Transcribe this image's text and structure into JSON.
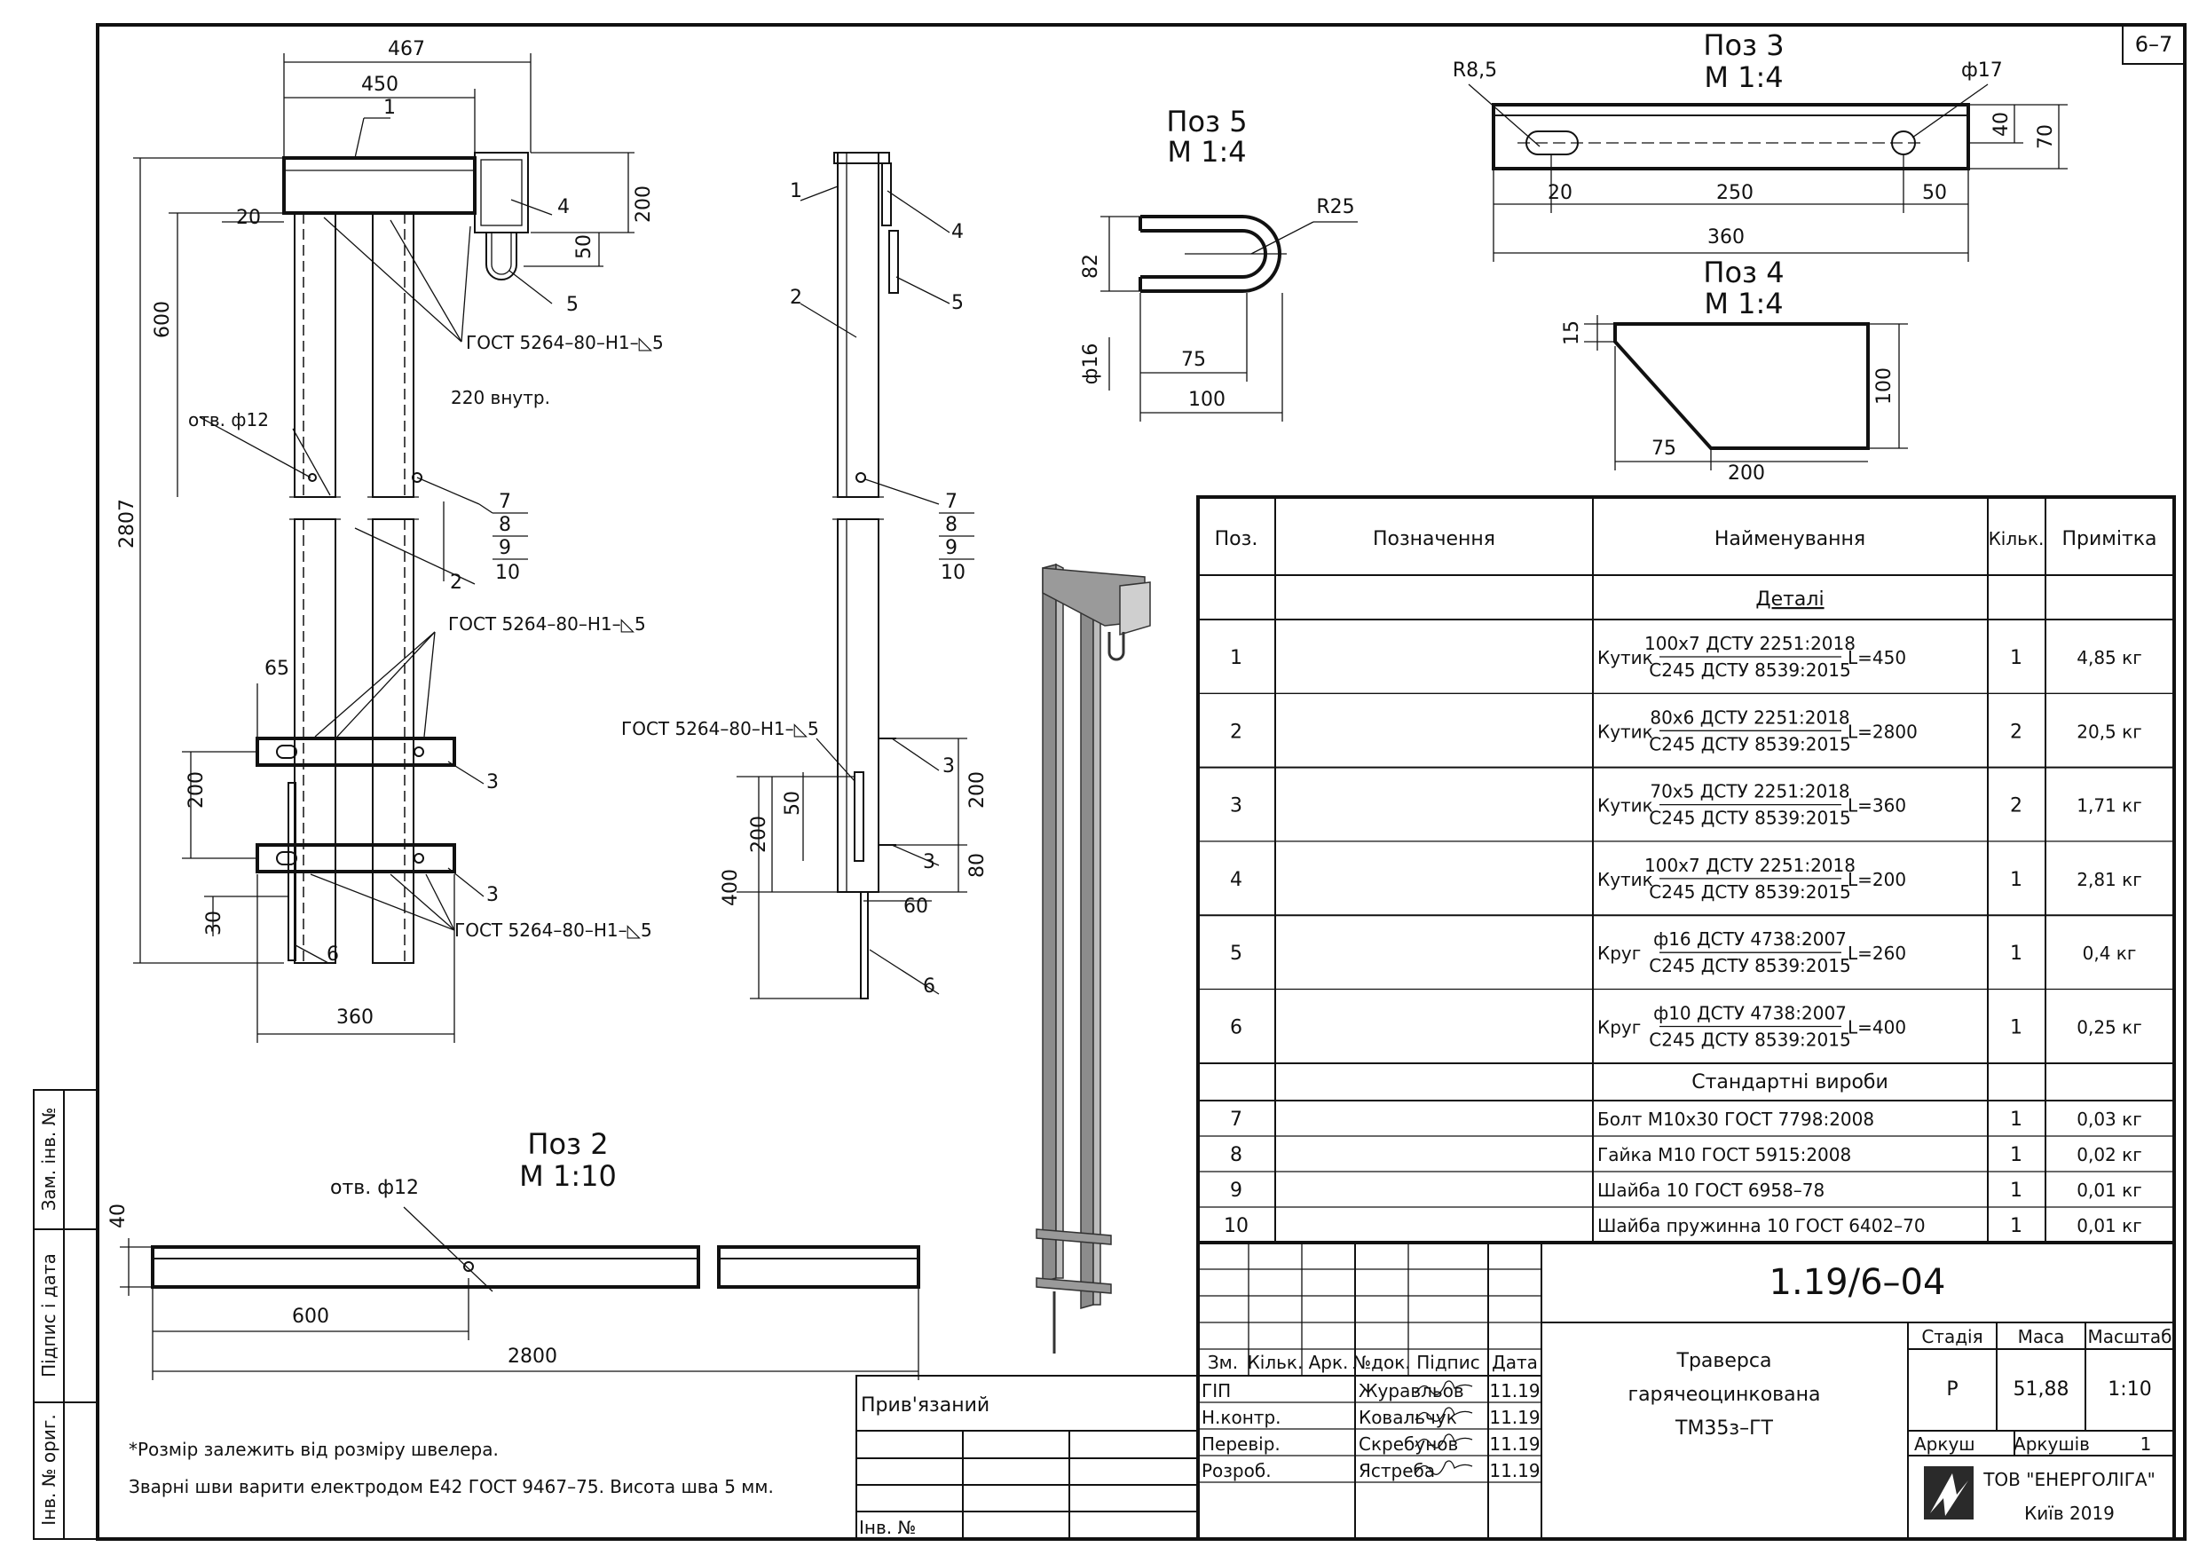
{
  "sheet": {
    "number": "6–7",
    "drawing_code": "1.19/6–04",
    "title_lines": [
      "Траверса",
      "гарячеоцинкована",
      "ТМ35з–ГТ"
    ],
    "stage_label": "Стадія",
    "stage": "Р",
    "mass_label": "Маса",
    "mass": "51,88",
    "scale_label": "Масштаб",
    "scale": "1:10",
    "sheet_label": "Аркуш",
    "sheets_label": "Аркушів",
    "sheets": "1",
    "company": "ТОВ \"ЕНЕРГОЛІГА\"",
    "city_year": "Київ 2019"
  },
  "side_stamps": [
    "Зам. інв. №",
    "Підпис і дата",
    "Інв. № ориг."
  ],
  "linked_box": {
    "label": "Прив'язаний",
    "inv_label": "Інв. №"
  },
  "signatures": {
    "headers": [
      "Зм.",
      "Кільк.",
      "Арк.",
      "№док.",
      "Підпис",
      "Дата"
    ],
    "rows": [
      {
        "role": "ГІП",
        "name": "Журавльов",
        "date": "11.19"
      },
      {
        "role": "Н.контр.",
        "name": "Ковальчук",
        "date": "11.19"
      },
      {
        "role": "Перевір.",
        "name": "Скребунов",
        "date": "11.19"
      },
      {
        "role": "Розроб.",
        "name": "Ястреба",
        "date": "11.19"
      }
    ]
  },
  "spec": {
    "headers": [
      "Поз.",
      "Позначення",
      "Найменування",
      "Кільк.",
      "Примітка"
    ],
    "section_details": "Деталі",
    "section_standard": "Стандартні вироби",
    "details": [
      {
        "pos": "1",
        "kind": "Кутик",
        "top": "100х7 ДСТУ 2251:2018",
        "bottom": "С245 ДСТУ 8539:2015",
        "len": "L=450",
        "qty": "1",
        "note": "4,85 кг"
      },
      {
        "pos": "2",
        "kind": "Кутик",
        "top": "80х6 ДСТУ 2251:2018",
        "bottom": "С245 ДСТУ 8539:2015",
        "len": "L=2800",
        "qty": "2",
        "note": "20,5 кг"
      },
      {
        "pos": "3",
        "kind": "Кутик",
        "top": "70х5 ДСТУ 2251:2018",
        "bottom": "С245 ДСТУ 8539:2015",
        "len": "L=360",
        "qty": "2",
        "note": "1,71 кг"
      },
      {
        "pos": "4",
        "kind": "Кутик",
        "top": "100х7 ДСТУ 2251:2018",
        "bottom": "С245 ДСТУ 8539:2015",
        "len": "L=200",
        "qty": "1",
        "note": "2,81 кг"
      },
      {
        "pos": "5",
        "kind": "Круг",
        "top": "ф16 ДСТУ 4738:2007",
        "bottom": "С245 ДСТУ 8539:2015",
        "len": "L=260",
        "qty": "1",
        "note": "0,4 кг"
      },
      {
        "pos": "6",
        "kind": "Круг",
        "top": "ф10 ДСТУ 4738:2007",
        "bottom": "С245 ДСТУ 8539:2015",
        "len": "L=400",
        "qty": "1",
        "note": "0,25 кг"
      }
    ],
    "standard": [
      {
        "pos": "7",
        "name": "Болт М10х30 ГОСТ 7798:2008",
        "qty": "1",
        "note": "0,03 кг"
      },
      {
        "pos": "8",
        "name": "Гайка М10 ГОСТ 5915:2008",
        "qty": "1",
        "note": "0,02 кг"
      },
      {
        "pos": "9",
        "name": "Шайба 10 ГОСТ 6958–78",
        "qty": "1",
        "note": "0,01 кг"
      },
      {
        "pos": "10",
        "name": "Шайба пружинна 10 ГОСТ 6402–70",
        "qty": "1",
        "note": "0,01 кг"
      }
    ]
  },
  "notes": [
    "*Розмір залежить від розміру швелера.",
    "Зварні шви варити електродом Е42 ГОСТ 9467–75. Висота шва 5 мм."
  ],
  "views": {
    "front": {
      "dims": {
        "d467": "467",
        "d450": "450",
        "d20": "20",
        "d200": "200",
        "d50": "50",
        "d600": "600",
        "d2807": "2807",
        "d65": "65",
        "d200b": "200",
        "d30": "30",
        "d360": "360"
      },
      "weld_note": "ГОСТ 5264–80–Н1–◺5",
      "inner_note": "220 внутр.",
      "hole_note": "отв. ф12",
      "labels": [
        "1",
        "4",
        "5",
        "2",
        "3",
        "3",
        "6",
        "7",
        "8",
        "9",
        "10"
      ]
    },
    "side": {
      "dims": {
        "d50": "50",
        "d200": "200",
        "d400": "400",
        "d200r": "200",
        "d60": "60",
        "d80": "80"
      },
      "weld_note": "ГОСТ 5264–80–Н1–◺5",
      "labels": [
        "1",
        "2",
        "4",
        "5",
        "3",
        "3",
        "6",
        "7",
        "8",
        "9",
        "10"
      ]
    },
    "poz5": {
      "title": "Поз 5",
      "scale": "М 1:4",
      "dims": {
        "r": "R25",
        "h": "82",
        "d": "ф16",
        "a": "75",
        "b": "100"
      }
    },
    "poz3": {
      "title": "Поз 3",
      "scale": "М 1:4",
      "dims": {
        "r": "R8,5",
        "hole": "ф17",
        "a": "20",
        "b": "250",
        "c": "50",
        "len": "360",
        "h1": "40",
        "h2": "70"
      }
    },
    "poz4": {
      "title": "Поз 4",
      "scale": "М 1:4",
      "dims": {
        "t": "15",
        "h": "100",
        "a": "75",
        "len": "200"
      }
    },
    "poz2": {
      "title": "Поз 2",
      "scale": "М 1:10",
      "dims": {
        "hole": "отв. ф12",
        "h": "40",
        "a": "600",
        "len": "2800"
      }
    }
  }
}
